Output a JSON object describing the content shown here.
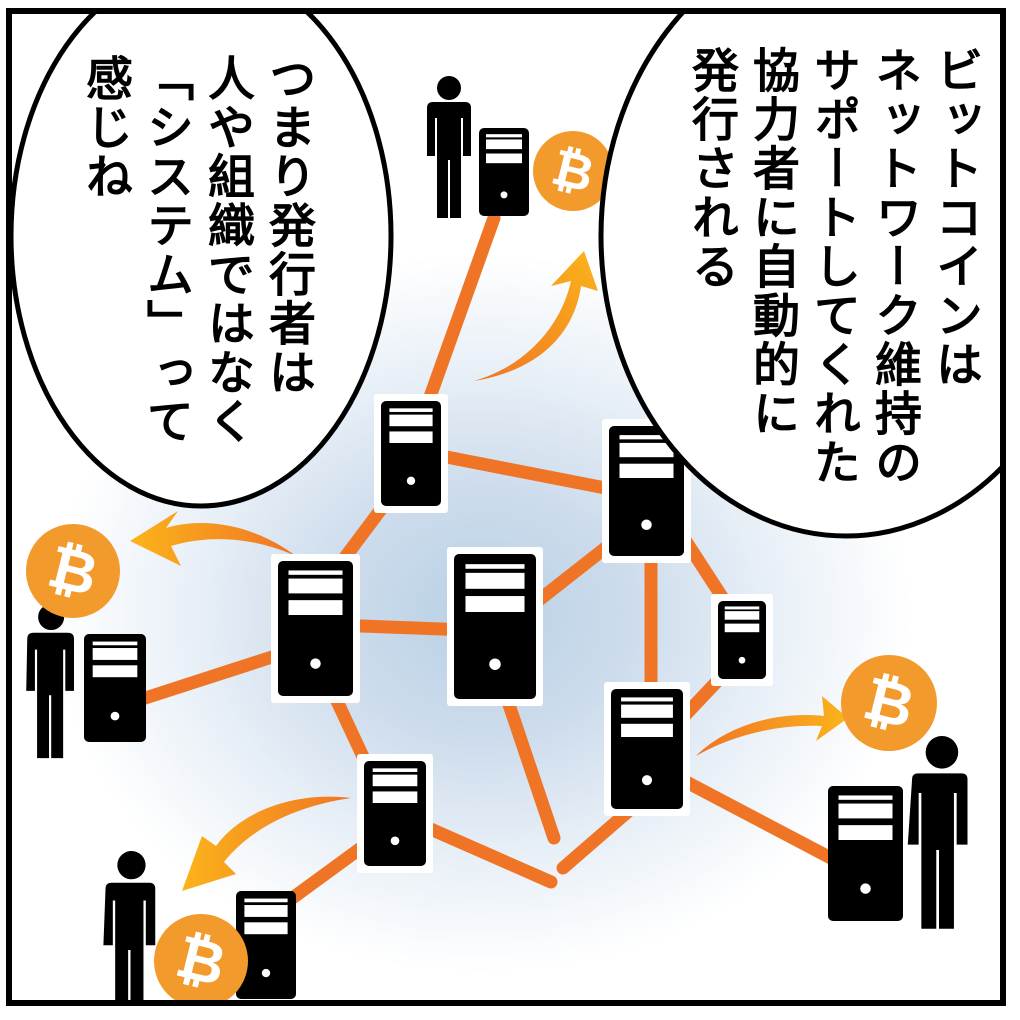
{
  "panel": {
    "colors": {
      "link": "#f07426",
      "coin": "#f39a2c",
      "coin_symbol": "#ffffff",
      "server": "#000000",
      "arrow_start": "#f07426",
      "arrow_end": "#fbb41a",
      "background_center": "#b9d0e6",
      "outline": "#000000"
    }
  },
  "speech_bubbles": {
    "left": {
      "lines": [
        "つまり発行者は",
        "人や組織ではなく",
        "「システム」って",
        "感じね"
      ]
    },
    "right": {
      "lines": [
        "ビットコインは",
        "ネットワーク維持の",
        "サポートしてくれた",
        "協力者に自動的に",
        "発行される"
      ]
    }
  },
  "icons": {
    "coin": "bitcoin-icon",
    "server": "server-tower-icon",
    "person": "person-icon",
    "arrow": "curved-arrow-icon"
  },
  "coin_symbol": "₿"
}
